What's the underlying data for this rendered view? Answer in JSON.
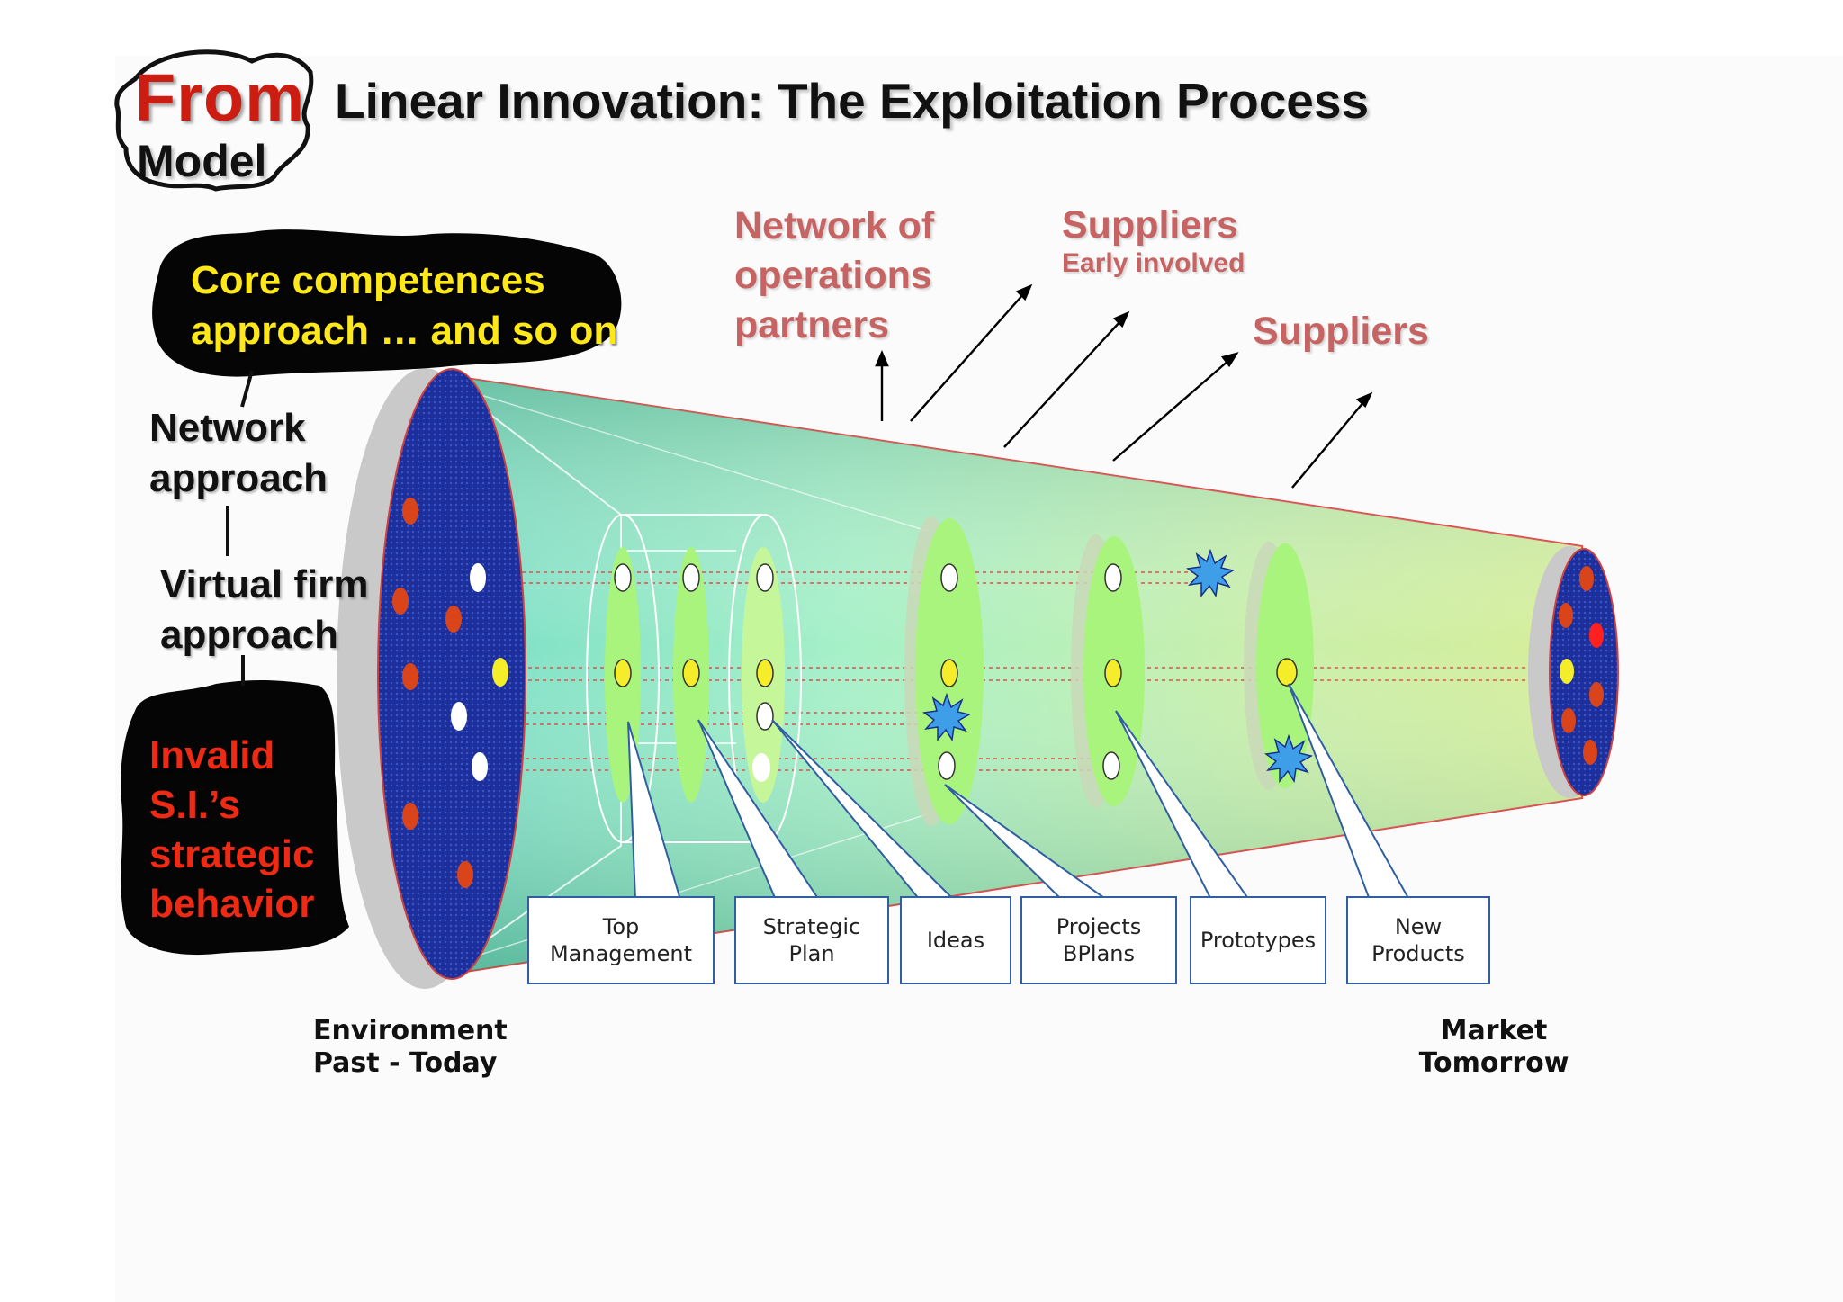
{
  "title": {
    "from": "From",
    "model": "Model",
    "main": "Linear  Innovation: The Exploitation Process"
  },
  "left_labels": {
    "core_competences": [
      "Core competences",
      "approach  … and so on"
    ],
    "network_approach": [
      "Network",
      "approach"
    ],
    "virtual_firm": [
      "Virtual firm",
      "approach"
    ],
    "invalid_si": [
      "Invalid",
      "S.I.’s",
      "strategic",
      "behavior"
    ]
  },
  "top_labels": {
    "network_of_operations": [
      "Network of",
      "operations",
      "partners"
    ],
    "suppliers_early": "Suppliers",
    "early_involved": "Early involved",
    "suppliers": "Suppliers"
  },
  "stage_callouts": [
    {
      "key": "top_management",
      "lines": [
        "Top",
        "Management"
      ]
    },
    {
      "key": "strategic_plan",
      "lines": [
        "Strategic",
        "Plan"
      ]
    },
    {
      "key": "ideas",
      "lines": [
        "Ideas"
      ]
    },
    {
      "key": "projects_bplans",
      "lines": [
        "Projects",
        "BPlans"
      ]
    },
    {
      "key": "prototypes",
      "lines": [
        "Prototypes"
      ]
    },
    {
      "key": "new_products",
      "lines": [
        "New",
        "Products"
      ]
    }
  ],
  "bottom_labels": {
    "environment": [
      "Environment",
      "Past - Today"
    ],
    "market": [
      "Market",
      "Tomorrow"
    ]
  },
  "colors": {
    "title_red": "#cc1d12",
    "core_yellow": "#ffe81a",
    "invalid_red": "#ee2a14",
    "salmon_text": "#c66464",
    "disc_blue": "#1c2f9a",
    "dot_red": "#d9441a",
    "stage_green": "#a9f47c",
    "callout_border": "#2f5fa0",
    "burst_blue": "#3f9ee8"
  }
}
